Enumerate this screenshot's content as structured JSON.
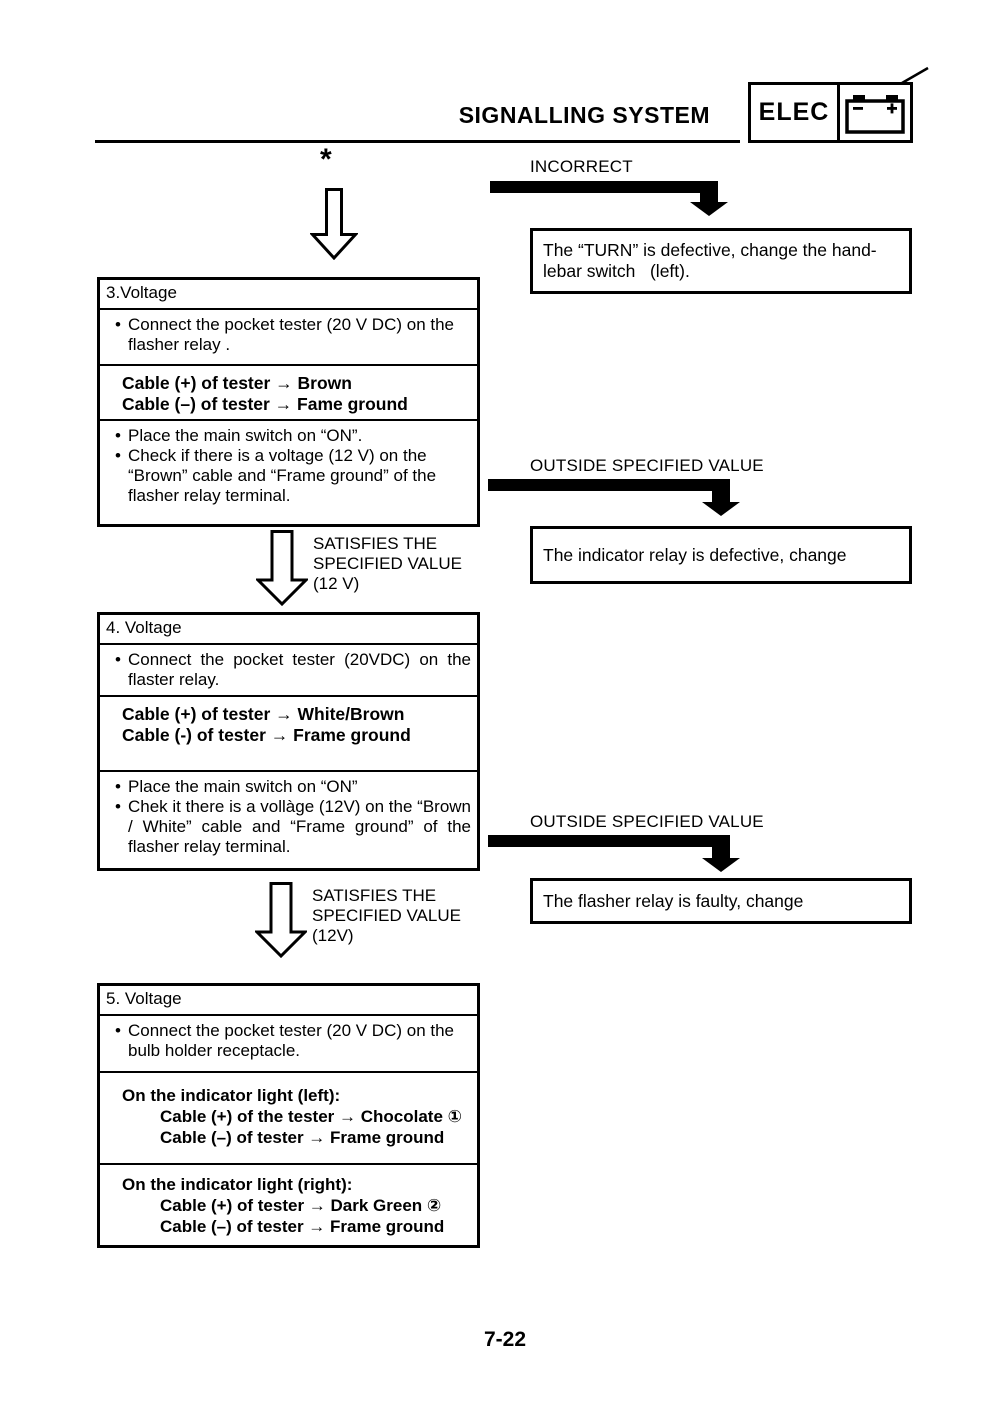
{
  "header": {
    "title": "SIGNALLING SYSTEM",
    "tag_label": "ELEC",
    "battery_minus": "−",
    "battery_plus": "+"
  },
  "flow": {
    "asterisk_note": "*",
    "incorrect_label": "INCORRECT",
    "outside_value_label_1": "OUTSIDE SPECIFIED VALUE",
    "outside_value_label_2": "OUTSIDE SPECIFIED VALUE",
    "satisfies_label_1": "SATISFIES THE\nSPECIFIED VALUE\n(12 V)",
    "satisfies_label_2": "SATISFIES THE\nSPECIFIED VALUE\n(12V)",
    "result_turn": "The “TURN” is defective, change the hand-\nlebar switch   (left).",
    "result_indicator": "The indicator relay is defective, change",
    "result_flasher": "The flasher relay is faulty, change"
  },
  "steps": [
    {
      "title": "3.Voltage",
      "bullet": "•",
      "connect": "Connect the pocket tester (20 V DC) on the flasher relay .",
      "cables": [
        "Cable (+) of tester → Brown",
        "Cable (–) of tester → Fame ground"
      ],
      "checks": [
        "Place the main switch on “ON”.",
        "Check if there is a voltage (12 V) on the “Brown” cable and “Frame ground” of the flasher relay terminal."
      ]
    },
    {
      "title": "4. Voltage",
      "bullet": "•",
      "connect": "Connect the pocket tester (20VDC) on the flaster relay.",
      "cables": [
        "Cable (+) of tester → White/Brown",
        "Cable (-) of tester → Frame ground"
      ],
      "checks": [
        "Place the main switch on “ON”",
        "Chek it there is a vollàge (12V) on the “Brown / White” cable and “Frame ground” of the flasher relay terminal."
      ]
    },
    {
      "title": "5. Voltage",
      "bullet": "•",
      "connect": "Connect the pocket tester (20 V DC) on the bulb holder receptacle.",
      "indicator_left": {
        "heading": "On the indicator light (left):",
        "lines": [
          "Cable (+) of the tester → Chocolate ①",
          "Cable (–) of tester → Frame ground"
        ]
      },
      "indicator_right": {
        "heading": "On the indicator light (right):",
        "lines": [
          "Cable (+) of tester → Dark Green ②",
          "Cable (–) of tester → Frame ground"
        ]
      }
    }
  ],
  "footer": {
    "page_number": "7-22"
  },
  "colors": {
    "ink": "#000000",
    "paper": "#ffffff"
  }
}
